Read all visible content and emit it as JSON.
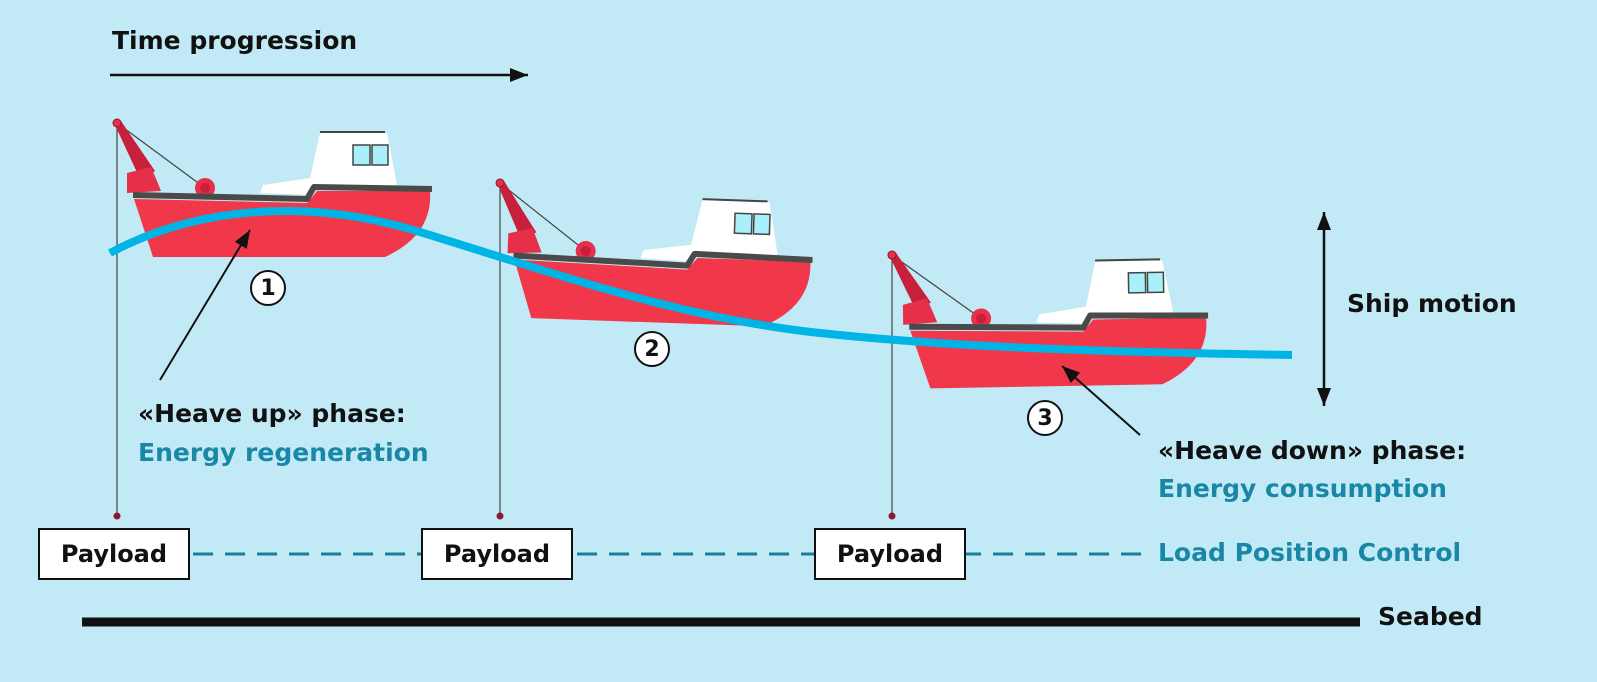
{
  "labels": {
    "time_progression": "Time progression",
    "ship_motion": "Ship motion",
    "heave_up": "«Heave up» phase:",
    "energy_regeneration": "Energy regeneration",
    "heave_down": "«Heave down» phase:",
    "energy_consumption": "Energy consumption",
    "load_position_control": "Load Position Control",
    "seabed": "Seabed"
  },
  "payloads": [
    "Payload",
    "Payload",
    "Payload"
  ],
  "steps": [
    "1",
    "2",
    "3"
  ],
  "colors": {
    "background": "#c2eaf6",
    "hull": "#f0384a",
    "crane": "#c8203a",
    "wave": "#00b4e6",
    "teal_text": "#1a87a6"
  }
}
